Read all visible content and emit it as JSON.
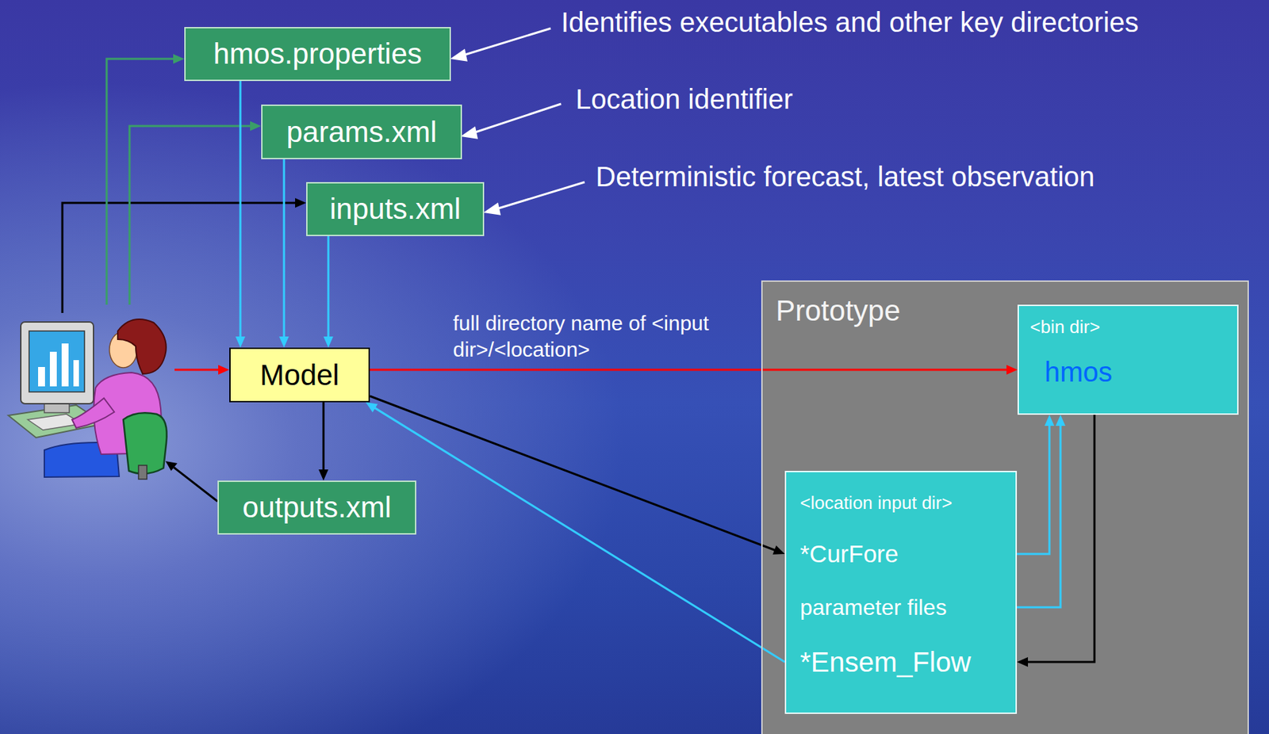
{
  "diagram": {
    "nodes": [
      {
        "text": [
          "hmos.properties"
        ]
      },
      {
        "text": [
          "params.xml"
        ]
      },
      {
        "text": [
          "inputs.xml"
        ]
      },
      {
        "text": [
          "Model"
        ]
      },
      {
        "text": [
          "outputs.xml"
        ]
      },
      {
        "text": [
          "Prototype"
        ]
      },
      {
        "text": [
          "<bin dir>",
          "hmos"
        ],
        "in": 5
      },
      {
        "text": [
          "<location input dir>",
          "*CurFore",
          "parameter files",
          "*Ensem_Flow"
        ],
        "in": 5
      }
    ],
    "edges": [
      {
        "from": 0,
        "to": 3,
        "arrow": "to"
      },
      {
        "from": 1,
        "to": 3,
        "arrow": "to"
      },
      {
        "from": 2,
        "to": 3,
        "arrow": "to"
      },
      {
        "from": 3,
        "to": 4,
        "arrow": "to"
      },
      {
        "from": 3,
        "to": 6,
        "arrow": "to",
        "label": "full directory name of <input dir>/<location>"
      },
      {
        "from": 3,
        "to": 7,
        "arrow": "to"
      },
      {
        "from": 7,
        "to": 3,
        "arrow": "to"
      },
      {
        "from": 7,
        "to": 6,
        "arrow": "to"
      },
      {
        "from": 7,
        "to": 6,
        "arrow": "to"
      },
      {
        "from": 6,
        "to": 7,
        "arrow": "to"
      }
    ],
    "labels": [
      "Identifies executables and other key directories",
      "Location identifier",
      "Deterministic forecast, latest observation"
    ]
  }
}
